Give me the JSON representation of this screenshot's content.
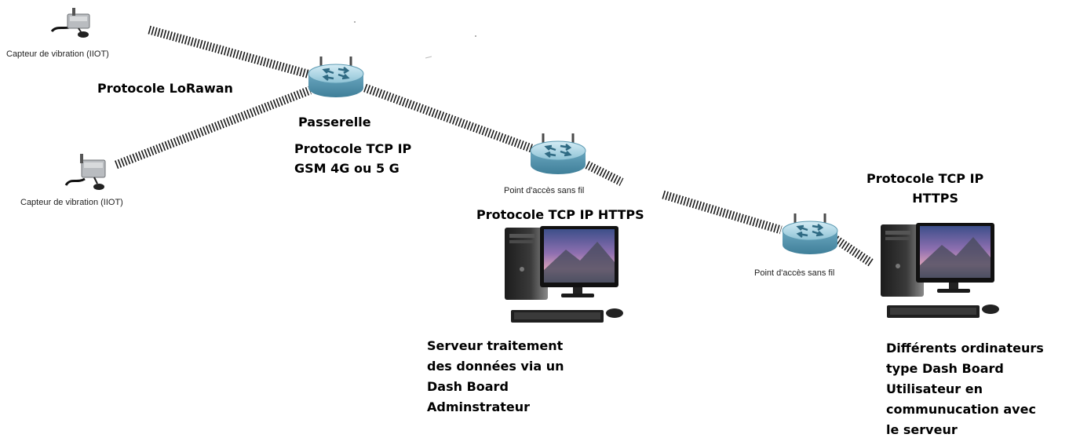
{
  "sensors": [
    {
      "label": "Capteur de vibration (IIOT)"
    },
    {
      "label": "Capteur de vibration (IIOT)"
    }
  ],
  "labels": {
    "lorawan": "Protocole LoRawan",
    "gateway": "Passerelle",
    "gateway_protocol": [
      "Protocole TCP IP",
      "GSM 4G ou 5 G"
    ],
    "ap1": "Point d'accès sans fil",
    "ap2": "Point d'accès sans fil",
    "server_protocol": "Protocole TCP IP HTTPS",
    "client_protocol": [
      "Protocole TCP IP",
      "HTTPS"
    ],
    "server_desc": [
      "Serveur traitement",
      "des données via un",
      "Dash Board",
      "Adminstrateur"
    ],
    "client_desc": [
      "Différents ordinateurs",
      "type Dash Board",
      "Utilisateur en",
      "communucation avec",
      "le serveur"
    ]
  },
  "colors": {
    "router_body": "#7fb6cc",
    "router_top": "#b9dbe8",
    "wireless_link": "#1a1a1a",
    "screen_sky": "#8e6fb0"
  }
}
